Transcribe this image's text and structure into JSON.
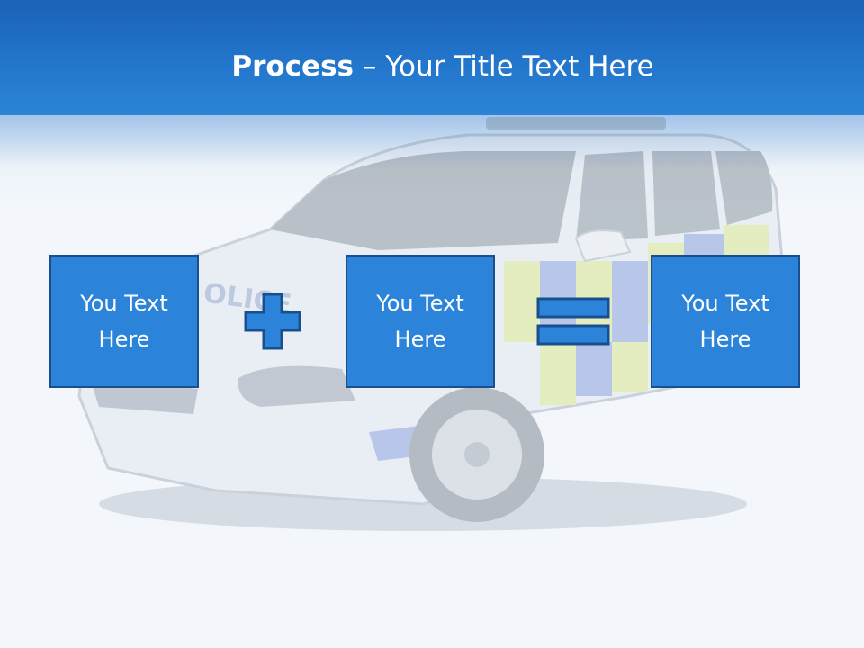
{
  "slide": {
    "title_bold": "Process",
    "title_rest": " – Your Title Text Here",
    "background_image": "police-car-icon",
    "boxes": [
      {
        "text": "You Text Here"
      },
      {
        "text": "You Text Here"
      },
      {
        "text": "You Text Here"
      }
    ],
    "operators": [
      "plus-icon",
      "equals-icon"
    ],
    "colors": {
      "header": "#1f6fc6",
      "box_fill": "#2b84d9",
      "box_border": "#1a4f8e",
      "background": "#f3f7fc"
    }
  }
}
